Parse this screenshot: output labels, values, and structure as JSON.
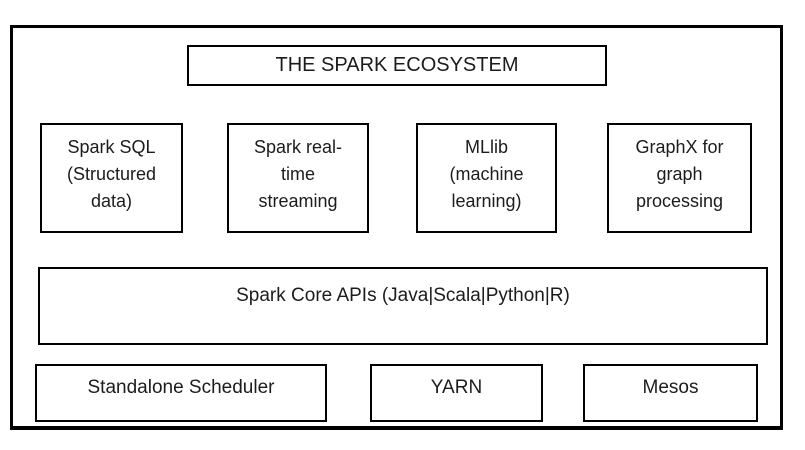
{
  "ecosystem": {
    "title": "THE SPARK ECOSYSTEM",
    "libraries": [
      {
        "name": "spark-sql",
        "label": "Spark SQL\n(Structured\ndata)"
      },
      {
        "name": "spark-streaming",
        "label": "Spark real-\ntime\nstreaming"
      },
      {
        "name": "mllib",
        "label": "MLlib\n(machine\nlearning)"
      },
      {
        "name": "graphx",
        "label": "GraphX for\ngraph\nprocessing"
      }
    ],
    "core_api": {
      "label": "Spark Core APIs (Java|Scala|Python|R)"
    },
    "cluster_managers": [
      {
        "name": "standalone-scheduler",
        "label": "Standalone Scheduler"
      },
      {
        "name": "yarn",
        "label": "YARN"
      },
      {
        "name": "mesos",
        "label": "Mesos"
      }
    ],
    "colors": {
      "border": "#000000",
      "background": "#ffffff",
      "text": "#1c1c1c"
    }
  }
}
